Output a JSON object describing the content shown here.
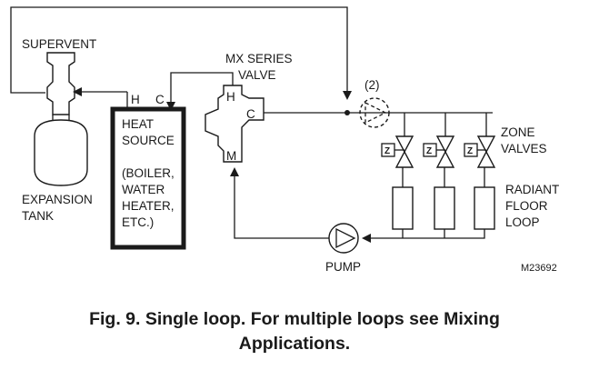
{
  "labels": {
    "supervent": "SUPERVENT",
    "h_left": "H",
    "c_left": "C",
    "mx_series_1": "MX SERIES",
    "mx_series_2": "VALVE",
    "valve_h": "H",
    "valve_c": "C",
    "valve_m": "M",
    "pump_number": "(2)",
    "zone_1": "ZONE",
    "zone_2": "VALVES",
    "zone_valve_z": "Z",
    "radiant_1": "RADIANT",
    "radiant_2": "FLOOR",
    "radiant_3": "LOOP",
    "heat_source_1": "HEAT",
    "heat_source_2": "SOURCE",
    "heat_source_3": "(BOILER,",
    "heat_source_4": "WATER",
    "heat_source_5": "HEATER,",
    "heat_source_6": "ETC.)",
    "expansion_1": "EXPANSION",
    "expansion_2": "TANK",
    "pump": "PUMP",
    "figure_id": "M23692"
  },
  "caption": {
    "line1": "Fig. 9. Single loop. For multiple loops see Mixing",
    "line2": "Applications."
  }
}
